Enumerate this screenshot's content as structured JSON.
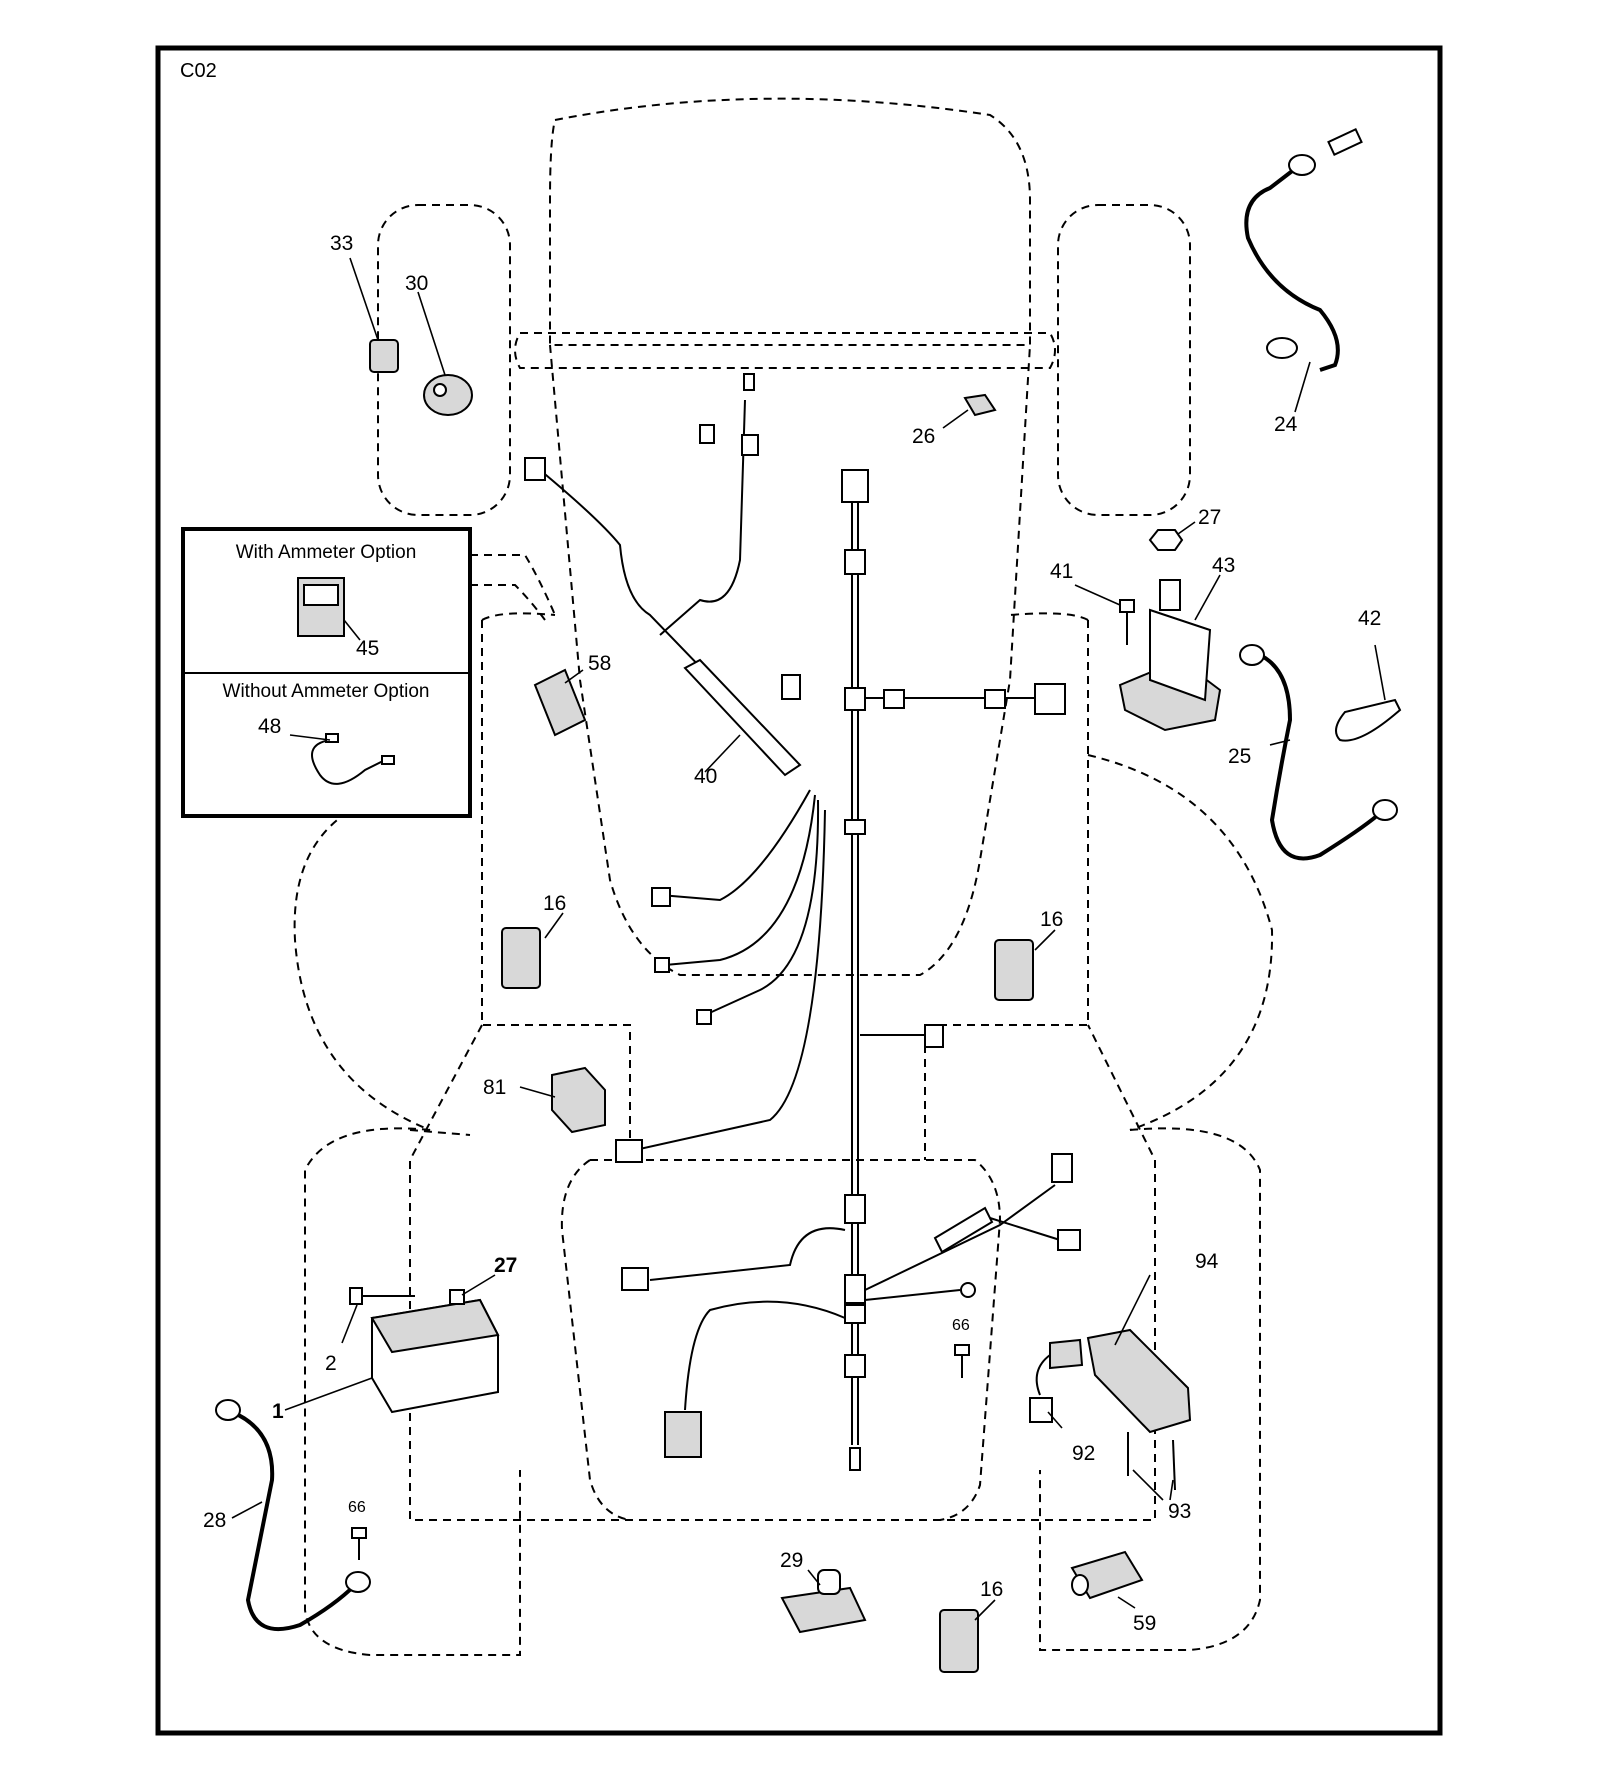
{
  "page_code": "C02",
  "option_box": {
    "with_ammeter_title": "With Ammeter Option",
    "without_ammeter_title": "Without Ammeter Option"
  },
  "callouts": {
    "c33": "33",
    "c30": "30",
    "c24": "24",
    "c26": "26",
    "c27a": "27",
    "c41": "41",
    "c43": "43",
    "c42": "42",
    "c25": "25",
    "c45": "45",
    "c48": "48",
    "c58": "58",
    "c40": "40",
    "c16a": "16",
    "c16b": "16",
    "c16c": "16",
    "c81": "81",
    "c27b": "27",
    "c2": "2",
    "c1": "1",
    "c28": "28",
    "c66a": "66",
    "c66b": "66",
    "c29": "29",
    "c94": "94",
    "c92": "92",
    "c93": "93",
    "c59": "59"
  }
}
